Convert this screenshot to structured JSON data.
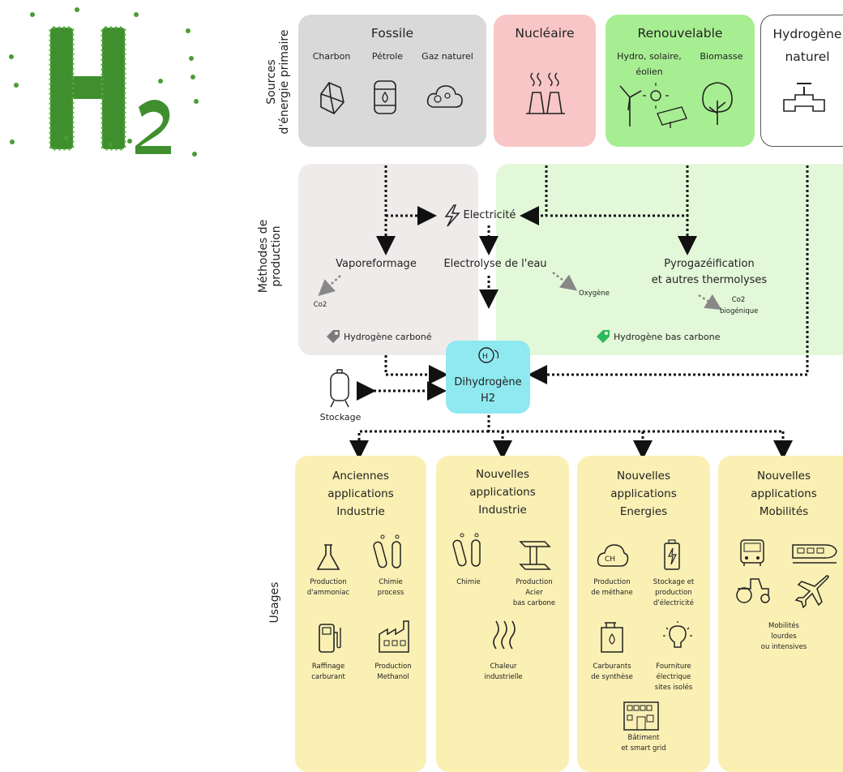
{
  "logo": {
    "text": "H",
    "subscript": "2"
  },
  "row_labels": {
    "sources": [
      "Sources",
      "d'énergie primaire"
    ],
    "methods": [
      "Méthodes de",
      "production"
    ],
    "usages": "Usages"
  },
  "sources": {
    "fossile": {
      "title": "Fossile",
      "items": [
        "Charbon",
        "Pétrole",
        "Gaz naturel"
      ]
    },
    "nucleaire": {
      "title": "Nucléaire"
    },
    "renouvelable": {
      "title": "Renouvelable",
      "items": [
        "Hydro, solaire,",
        "éolien",
        "Biomasse"
      ]
    },
    "hydrogene": {
      "title": "Hydrogène",
      "subtitle": "naturel"
    }
  },
  "production": {
    "electricite": "Electricité",
    "vaporeformage": "Vaporeformage",
    "electrolyse": "Electrolyse de l'eau",
    "pyro": [
      "Pyrogazéification",
      "et autres thermolyses"
    ],
    "co2": "Co2",
    "oxygene": "Oxygène",
    "co2_bio": [
      "Co2",
      "biogénique"
    ],
    "tag_carbone": "Hydrogène carboné",
    "tag_bas_carbone": "Hydrogène bas carbone"
  },
  "center": {
    "title": "Dihydrogène",
    "sub": "H2",
    "stockage": "Stockage"
  },
  "usages": [
    {
      "title": [
        "Anciennes",
        "applications",
        "Industrie"
      ],
      "items": [
        [
          "Production",
          "d'ammoniac"
        ],
        [
          "Chimie",
          "process"
        ],
        [
          "Raffinage",
          "carburant"
        ],
        [
          "Production",
          "Methanol"
        ]
      ]
    },
    {
      "title": [
        "Nouvelles",
        "applications",
        "Industrie"
      ],
      "items": [
        [
          "Chimie"
        ],
        [
          "Production",
          "Acier",
          "bas carbone"
        ],
        [
          "Chaleur",
          "industrielle"
        ]
      ]
    },
    {
      "title": [
        "Nouvelles",
        "applications",
        "Energies"
      ],
      "items": [
        [
          "Production",
          "de méthane"
        ],
        [
          "Stockage et",
          "production",
          "d'électricité"
        ],
        [
          "Carburants",
          "de synthèse"
        ],
        [
          "Fourniture",
          "électrique",
          "sites isolés"
        ],
        [
          "Bâtiment",
          "et smart grid"
        ]
      ]
    },
    {
      "title": [
        "Nouvelles",
        "applications",
        "Mobilités"
      ],
      "items": [
        [
          "Mobilités",
          "lourdes",
          "ou intensives"
        ]
      ]
    }
  ],
  "colors": {
    "fossile": "#d9d9d9",
    "nucleaire": "#f8c6c6",
    "renouvelable": "#a7ee92",
    "production_left": "#efebea",
    "production_right": "#e3f8d9",
    "center": "#8fe9f0",
    "usage": "#faf0b4",
    "tag_grey": "#7a7a7a",
    "tag_green": "#2eb85c"
  }
}
